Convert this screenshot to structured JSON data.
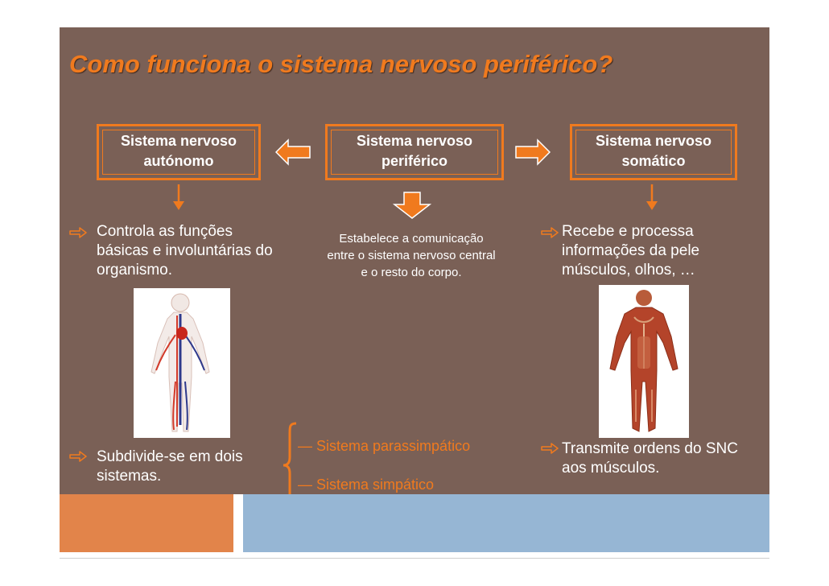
{
  "title": "Como funciona o sistema nervoso periférico?",
  "boxes": {
    "left": {
      "line1": "Sistema nervoso",
      "line2": "autónomo"
    },
    "center": {
      "line1": "Sistema nervoso",
      "line2": "periférico"
    },
    "right": {
      "line1": "Sistema nervoso",
      "line2": "somático"
    }
  },
  "left": {
    "text1": "Controla as funções básicas e involuntárias do organismo.",
    "text2": "Subdivide-se em dois sistemas."
  },
  "center": {
    "text": "Estabelece a comunicação entre o sistema nervoso central e o resto do corpo.",
    "branch1": "— Sistema parassimpático",
    "branch2": "— Sistema simpático"
  },
  "right": {
    "text1": "Recebe e processa informações da pele músculos, olhos, …",
    "text2": "Transmite ordens do SNC aos músculos."
  },
  "colors": {
    "accent": "#f07a1e",
    "background": "#7a6056",
    "footer_orange": "#e2844a",
    "footer_blue": "#96b6d4"
  },
  "icons": {
    "bullet": "hand-pointer-icon"
  }
}
